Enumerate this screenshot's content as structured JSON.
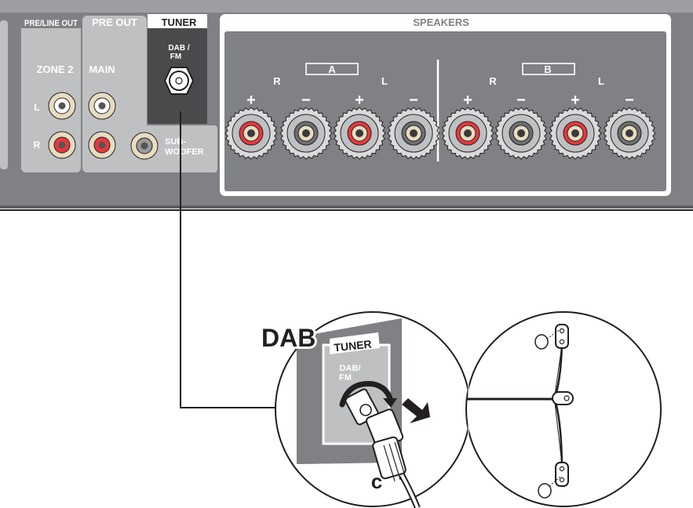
{
  "panel": {
    "section_pre_line_out": "PRE/LINE OUT",
    "section_pre_out": "PRE OUT",
    "section_tuner": "TUNER",
    "section_speakers": "SPEAKERS",
    "zone2_label": "ZONE 2",
    "main_label": "MAIN",
    "left_channel": "L",
    "right_channel": "R",
    "dab_fm_line1": "DAB /",
    "dab_fm_line2": "FM",
    "subwoofer_line1": "SUB-",
    "subwoofer_line2": "WOOFER",
    "speaker_group_a": "A",
    "speaker_group_b": "B",
    "speaker_r": "R",
    "speaker_l": "L",
    "plus": "+",
    "minus": "−"
  },
  "inset": {
    "title": "DAB",
    "tuner_label": "TUNER",
    "dab_fm_line1": "DAB/",
    "dab_fm_line2": "FM",
    "cable_label": "c"
  },
  "colors": {
    "panel_gray": "#7f8184",
    "panel_light": "#bfc0c2",
    "label_white": "#ffffff",
    "tuner_dark": "#4a4a4c",
    "jack_red": "#e8383d",
    "jack_gold": "#e7dcc0",
    "line_black": "#231f20"
  }
}
